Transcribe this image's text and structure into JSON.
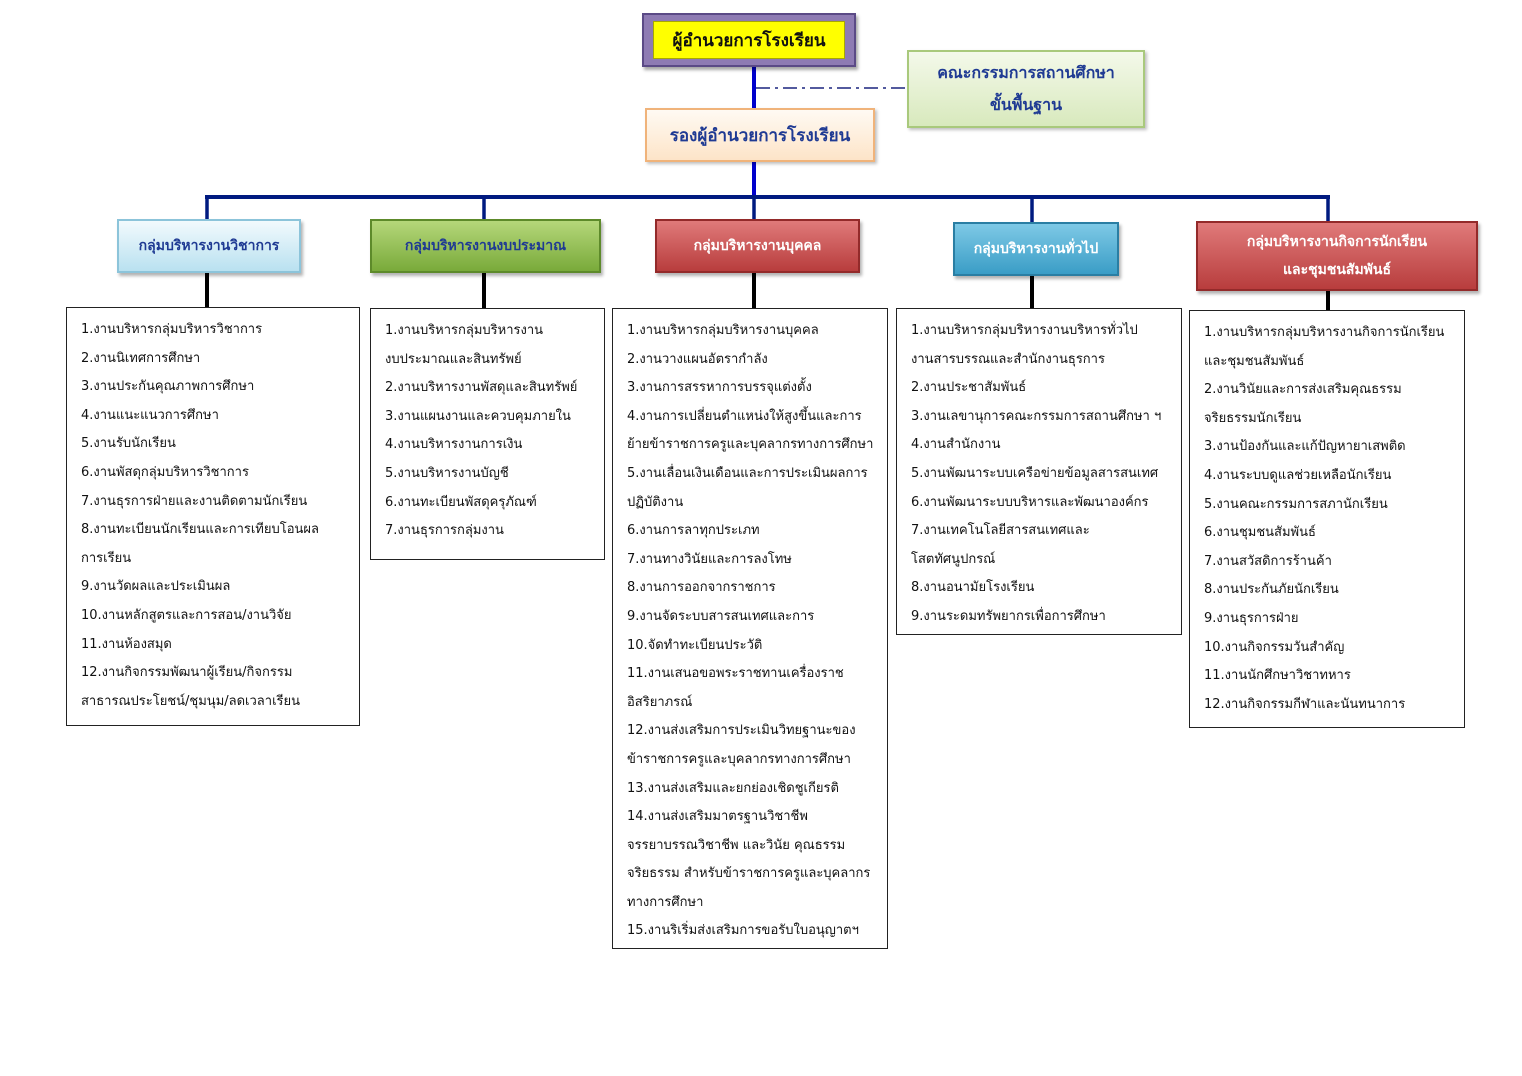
{
  "director": "ผู้อำนวยการโรงเรียน",
  "committee": [
    "คณะกรรมการสถานศึกษา",
    "ขั้นพื้นฐาน"
  ],
  "deputy": "รองผู้อำนวยการโรงเรียน",
  "groups": [
    {
      "title": [
        "กลุ่มบริหารงานวิชาการ"
      ],
      "lines": [
        "1.งานบริหารกลุ่มบริหารวิชาการ",
        "2.งานนิเทศการศึกษา",
        "3.งานประกันคุณภาพการศึกษา",
        "4.งานแนะแนวการศึกษา",
        "5.งานรับนักเรียน",
        "6.งานพัสดุกลุ่มบริหารวิชาการ",
        "7.งานธุรการฝ่ายและงานติดตามนักเรียน",
        "8.งานทะเบียนนักเรียนและการเทียบโอนผล",
        "การเรียน",
        "9.งานวัดผลและประเมินผล",
        "10.งานหลักสูตรและการสอน/งานวิจัย",
        "11.งานห้องสมุด",
        "12.งานกิจกรรมพัฒนาผู้เรียน/กิจกรรม",
        "สาธารณประโยชน์/ชุมนุม/ลดเวลาเรียน"
      ]
    },
    {
      "title": [
        "กลุ่มบริหารงานงบประมาณ"
      ],
      "lines": [
        "1.งานบริหารกลุ่มบริหารงาน",
        "งบประมาณและสินทรัพย์",
        "2.งานบริหารงานพัสดุและสินทรัพย์",
        "3.งานแผนงานและควบคุมภายใน",
        "4.งานบริหารงานการเงิน",
        "5.งานบริหารงานบัญชี",
        "6.งานทะเบียนพัสดุครุภัณฑ์",
        "7.งานธุรการกลุ่มงาน"
      ]
    },
    {
      "title": [
        "กลุ่มบริหารงานบุคคล"
      ],
      "lines": [
        "1.งานบริหารกลุ่มบริหารงานบุคคล",
        "2.งานวางแผนอัตรากำลัง",
        "3.งานการสรรหาการบรรจุแต่งตั้ง",
        "4.งานการเปลี่ยนตำแหน่งให้สูงขึ้นและการ",
        "ย้ายข้าราชการครูและบุคลากรทางการศึกษา",
        "5.งานเลื่อนเงินเดือนและการประเมินผลการ",
        "ปฏิบัติงาน",
        "6.งานการลาทุกประเภท",
        "7.งานทางวินัยและการลงโทษ",
        "8.งานการออกจากราชการ",
        "9.งานจัดระบบสารสนเทศและการ",
        "10.จัดทำทะเบียนประวัติ",
        "11.งานเสนอขอพระราชทานเครื่องราช",
        "อิสริยาภรณ์",
        "12.งานส่งเสริมการประเมินวิทยฐานะของ",
        "ข้าราชการครูและบุคลากรทางการศึกษา",
        "13.งานส่งเสริมและยกย่องเชิดชูเกียรติ",
        "14.งานส่งเสริมมาตรฐานวิชาชีพ",
        "จรรยาบรรณวิชาชีพ และวินัย คุณธรรม",
        "จริยธรรม สำหรับข้าราชการครูและบุคลากร",
        "ทางการศึกษา",
        "15.งานริเริ่มส่งเสริมการขอรับใบอนุญาตฯ"
      ]
    },
    {
      "title": [
        "กลุ่มบริหารงานทั่วไป"
      ],
      "lines": [
        "1.งานบริหารกลุ่มบริหารงานบริหารทั่วไป",
        "งานสารบรรณและสำนักงานธุรการ",
        "2.งานประชาสัมพันธ์",
        "3.งานเลขานุการคณะกรรมการสถานศึกษา ฯ",
        "4.งานสำนักงาน",
        "5.งานพัฒนาระบบเครือข่ายข้อมูลสารสนเทศ",
        "6.งานพัฒนาระบบบริหารและพัฒนาองค์กร",
        "7.งานเทคโนโลยีสารสนเทศและ",
        "โสตทัศนูปกรณ์",
        "8.งานอนามัยโรงเรียน",
        "9.งานระดมทรัพยากรเพื่อการศึกษา"
      ]
    },
    {
      "title": [
        "กลุ่มบริหารงานกิจการนักเรียน",
        "และชุมชนสัมพันธ์"
      ],
      "lines": [
        "1.งานบริหารกลุ่มบริหารงานกิจการนักเรียน",
        "และชุมชนสัมพันธ์",
        "2.งานวินัยและการส่งเสริมคุณธรรม",
        "จริยธรรมนักเรียน",
        "3.งานป้องกันและแก้ปัญหายาเสพติด",
        "4.งานระบบดูแลช่วยเหลือนักเรียน",
        "5.งานคณะกรรมการสภานักเรียน",
        "6.งานชุมชนสัมพันธ์",
        "7.งานสวัสดิการร้านค้า",
        "8.งานประกันภัยนักเรียน",
        "9.งานธุรการฝ่าย",
        "10.งานกิจกรรมวันสำคัญ",
        "11.งานนักศึกษาวิชาทหาร",
        "12.งานกิจกรรมกีฬาและนันทนาการ"
      ]
    }
  ]
}
